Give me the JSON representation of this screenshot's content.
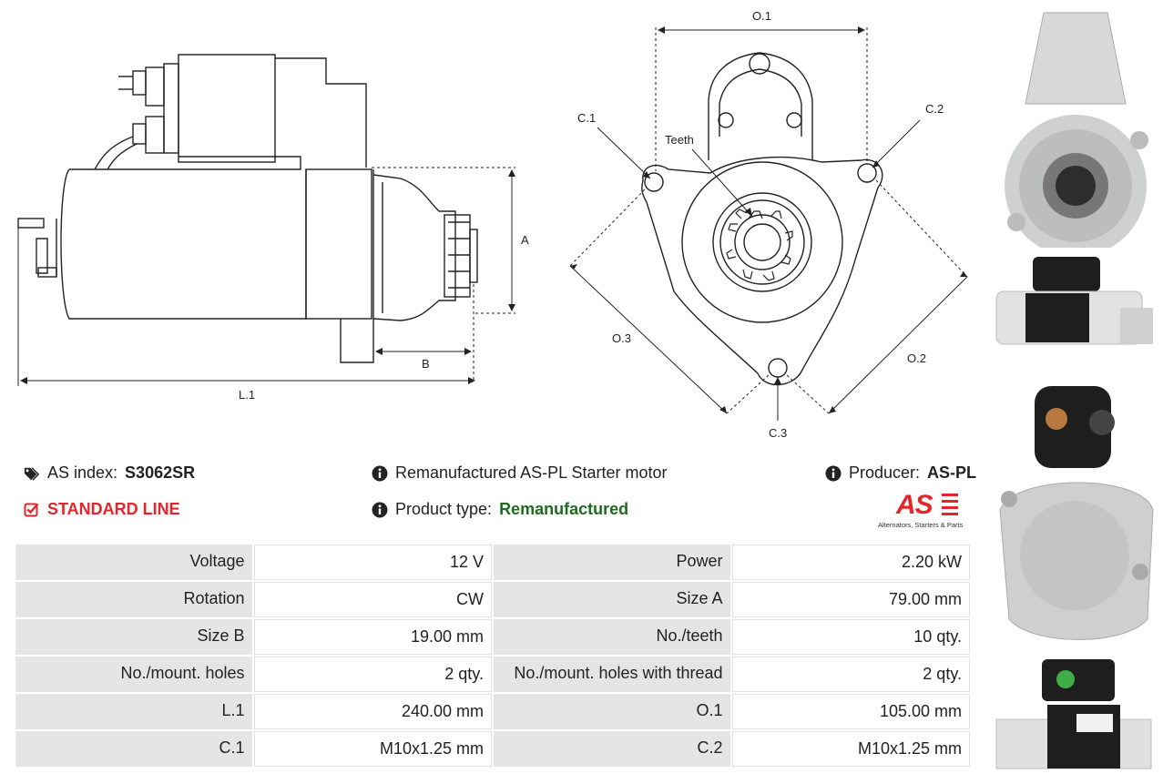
{
  "drawing": {
    "labels": {
      "l1": "L.1",
      "a": "A",
      "b": "B",
      "o1": "O.1",
      "o2": "O.2",
      "o3": "O.3",
      "c1": "C.1",
      "c2": "C.2",
      "c3": "C.3",
      "teeth": "Teeth"
    }
  },
  "info": {
    "as_index_label": "AS index:",
    "as_index_value": "S3062SR",
    "line": "STANDARD LINE",
    "description": "Remanufactured AS-PL Starter motor",
    "product_type_label": "Product type:",
    "product_type_value": "Remanufactured",
    "producer_label": "Producer:",
    "producer_value": "AS-PL",
    "logo_text": "AS",
    "logo_tagline": "Alternators, Starters & Parts"
  },
  "specs": [
    {
      "k1": "Voltage",
      "v1": "12 V",
      "k2": "Power",
      "v2": "2.20 kW"
    },
    {
      "k1": "Rotation",
      "v1": "CW",
      "k2": "Size A",
      "v2": "79.00 mm"
    },
    {
      "k1": "Size B",
      "v1": "19.00 mm",
      "k2": "No./teeth",
      "v2": "10 qty."
    },
    {
      "k1": "No./mount. holes",
      "v1": "2 qty.",
      "k2": "No./mount. holes with thread",
      "v2": "2 qty."
    },
    {
      "k1": "L.1",
      "v1": "240.00 mm",
      "k2": "O.1",
      "v2": "105.00 mm"
    },
    {
      "k1": "C.1",
      "v1": "M10x1.25 mm",
      "k2": "C.2",
      "v2": "M10x1.25 mm"
    }
  ],
  "colors": {
    "line_red": "#e3262b",
    "product_type_green": "#1d6b1d",
    "table_key_bg": "#e5e5e5"
  }
}
